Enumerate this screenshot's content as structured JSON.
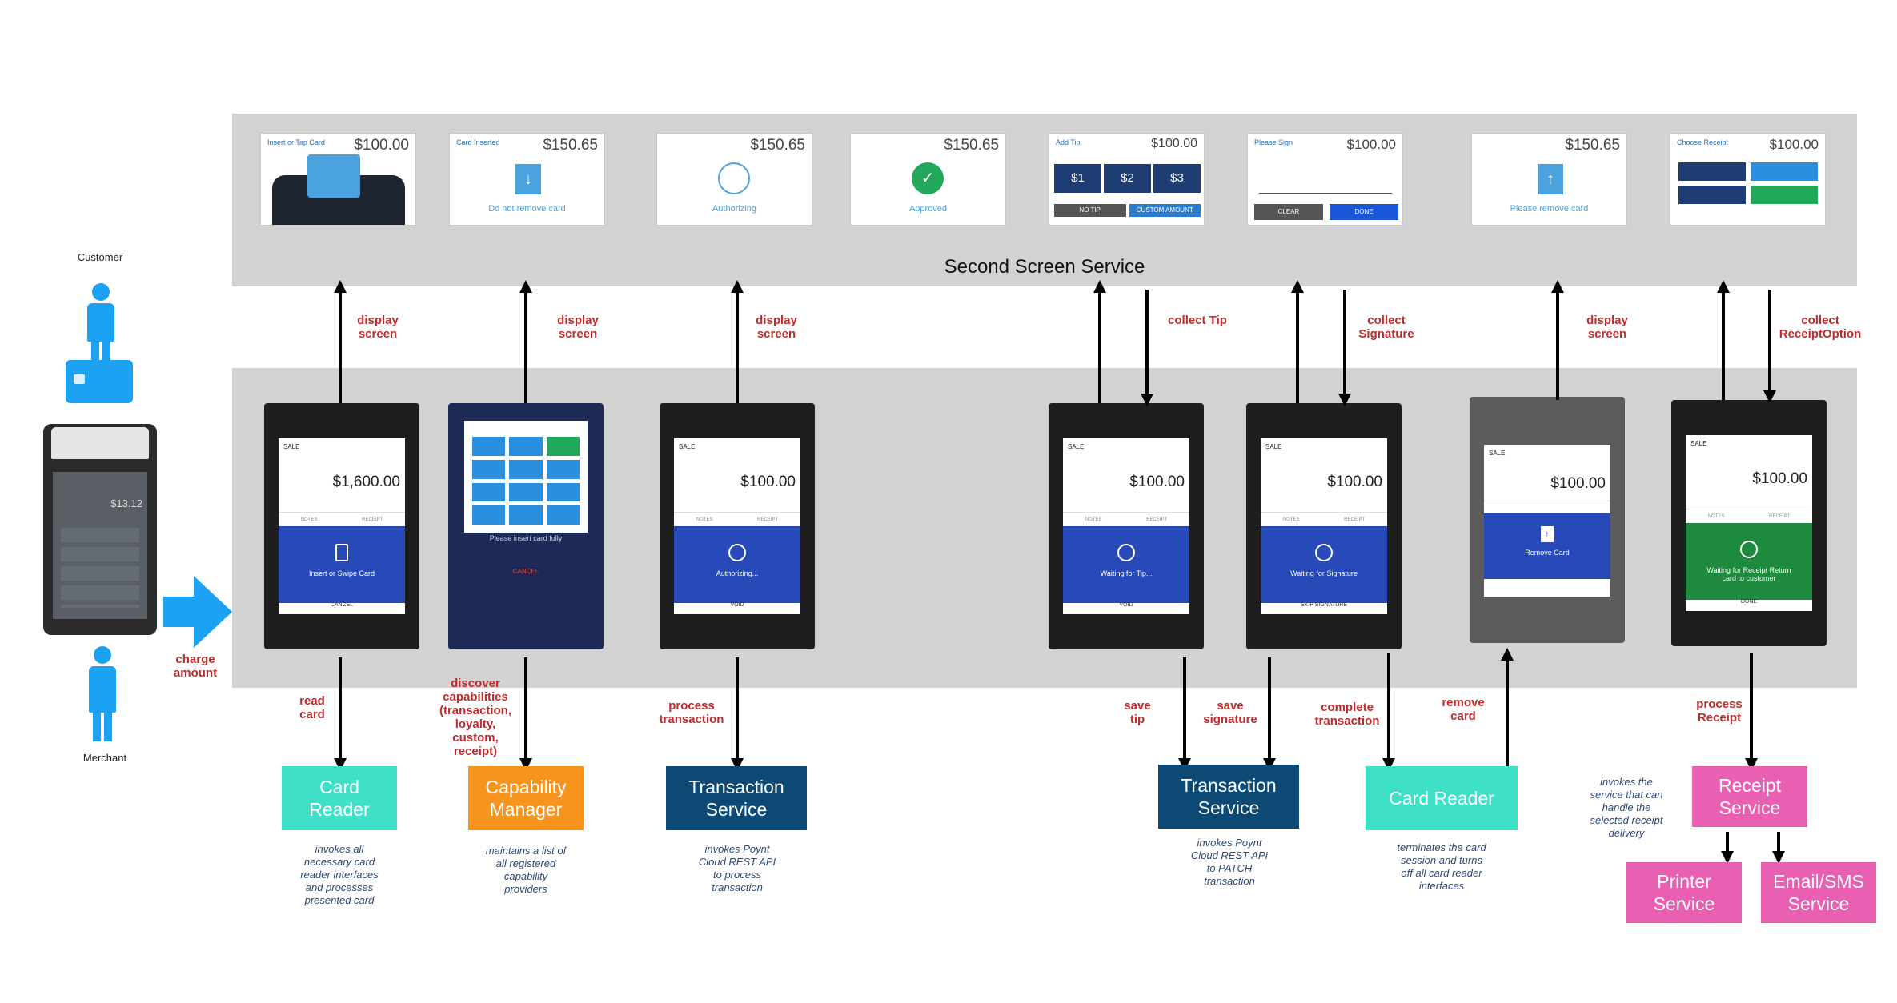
{
  "actors": {
    "customer": "Customer",
    "merchant": "Merchant"
  },
  "charge_label": "charge amount",
  "bands": {
    "second_screen": "Second Screen Service"
  },
  "second_screen": [
    {
      "title": "Insert or Tap Card",
      "amount": "$100.00",
      "caption": ""
    },
    {
      "title": "Card Inserted",
      "amount": "$150.65",
      "caption": "Do not remove card"
    },
    {
      "title": "",
      "amount": "$150.65",
      "caption": "Authorizing"
    },
    {
      "title": "",
      "amount": "$150.65",
      "caption": "Approved"
    },
    {
      "title": "Add Tip",
      "amount": "$100.00",
      "caption": "",
      "tips": [
        "$1",
        "$2",
        "$3"
      ],
      "buttons": [
        "NO TIP",
        "CUSTOM AMOUNT"
      ]
    },
    {
      "title": "Please Sign",
      "amount": "$100.00",
      "caption": "",
      "buttons": [
        "CLEAR",
        "DONE"
      ]
    },
    {
      "title": "",
      "amount": "$150.65",
      "caption": "Please remove card"
    },
    {
      "title": "Choose Receipt",
      "amount": "$100.00",
      "caption": ""
    }
  ],
  "terminals": [
    {
      "amount": "$1,600.00",
      "message": "Insert or Swipe Card",
      "footer": "CANCEL"
    },
    {
      "amount": "",
      "message": "Please insert card fully",
      "footer": "CANCEL"
    },
    {
      "amount": "$100.00",
      "message": "Authorizing...",
      "footer": "VOID"
    },
    {
      "amount": "$100.00",
      "message": "Waiting for Tip...",
      "footer": "VOID"
    },
    {
      "amount": "$100.00",
      "message": "Waiting for Signature",
      "footer": "SKIP SIGNATURE"
    },
    {
      "amount": "$100.00",
      "message": "Remove Card",
      "footer": ""
    },
    {
      "amount": "$100.00",
      "message": "Waiting for Receipt Return card to customer",
      "footer": "DONE"
    }
  ],
  "up_labels": [
    "display screen",
    "display screen",
    "display screen",
    "collect Tip",
    "collect Signature",
    "display screen",
    "collect ReceiptOption"
  ],
  "down_labels": [
    "read card",
    "discover capabilities (transaction, loyalty, custom, receipt)",
    "process transaction",
    "save tip",
    "save signature",
    "complete transaction",
    "remove card",
    "process Receipt"
  ],
  "services": [
    {
      "name": "Card Reader",
      "color": "#3ee0c8",
      "note": "invokes all necessary card reader interfaces and processes presented card"
    },
    {
      "name": "Capability Manager",
      "color": "#f7941d",
      "note": "maintains a list of all registered capability providers"
    },
    {
      "name": "Transaction Service",
      "color": "#0c4a75",
      "note": "invokes Poynt Cloud REST API to process transaction"
    },
    {
      "name": "Transaction Service",
      "color": "#0c4a75",
      "note": "invokes Poynt Cloud REST API to PATCH transaction"
    },
    {
      "name": "Card Reader",
      "color": "#3ee0c8",
      "note": "terminates the card session and turns off all card reader interfaces"
    },
    {
      "name": "Receipt Service",
      "color": "#e95fb2",
      "note": "invokes the service that can handle the selected receipt delivery"
    },
    {
      "name": "Printer Service",
      "color": "#e95fb2",
      "note": ""
    },
    {
      "name": "Email/SMS Service",
      "color": "#e95fb2",
      "note": ""
    }
  ],
  "device": {
    "amount": "$13.12"
  }
}
